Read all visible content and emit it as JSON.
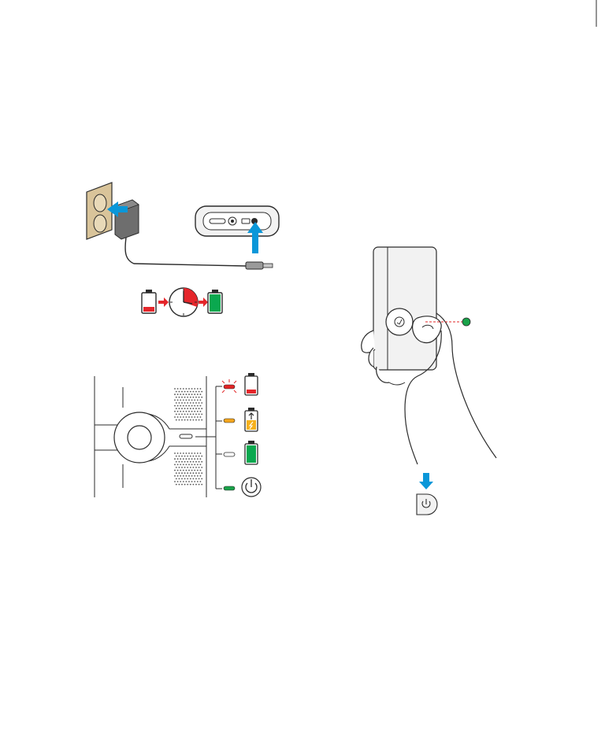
{
  "page": {
    "background": "#ffffff",
    "has_printed_text": false
  },
  "colors": {
    "line": "#2b2b2b",
    "arrow_blue": "#0a97d9",
    "battery_red": "#e5262b",
    "battery_green": "#0aa84f",
    "led_green": "#1aa34a",
    "led_orange": "#f4a51c",
    "led_red": "#e22526",
    "charging_yellow": "#f6b11c",
    "wall_plate": "#d9c49a",
    "device_body": "#f2f2f2",
    "adapter_gray": "#6e6e6e",
    "timer_red": "#e5262b"
  },
  "icons": [
    "wall-outlet-icon",
    "ac-adapter-icon",
    "charging-port-icon",
    "battery-low-icon",
    "timer-icon",
    "battery-full-icon",
    "charging-battery-icon",
    "power-icon",
    "hand-holding-device-icon",
    "laser-dot-icon",
    "down-arrow-icon"
  ],
  "status_led": {
    "led_states": [
      "red-blinking",
      "orange",
      "gray",
      "green"
    ],
    "meanings": [
      "battery-low",
      "charging",
      "battery-full",
      "power-on"
    ]
  }
}
